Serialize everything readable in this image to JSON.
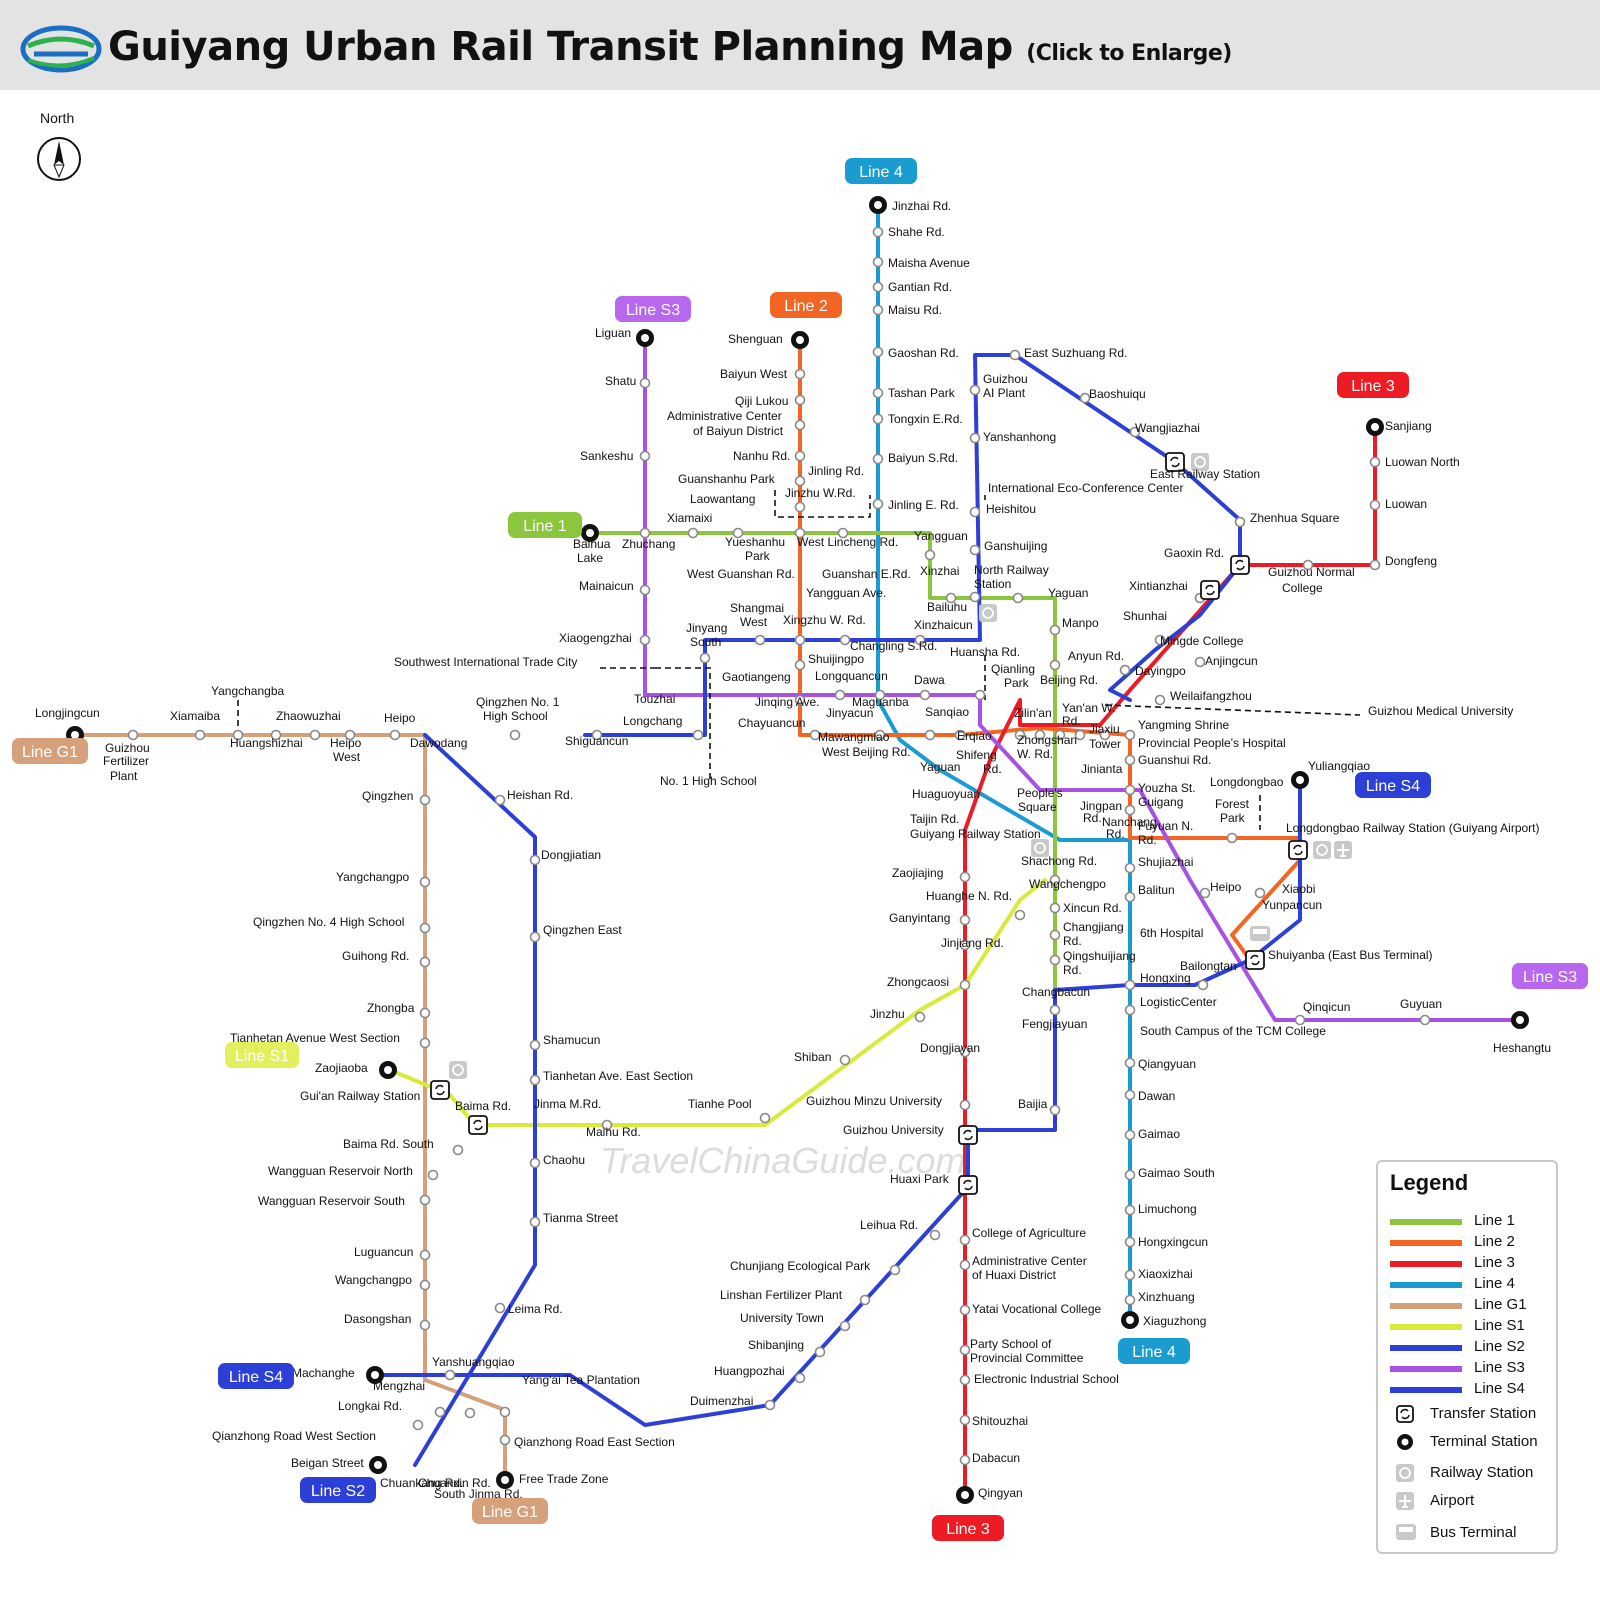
{
  "header": {
    "title": "Guiyang Urban Rail Transit Planning Map",
    "subtitle": "(Click to Enlarge)"
  },
  "compass": {
    "label": "North"
  },
  "watermark": "TravelChinaGuide.com",
  "colors": {
    "line1": "#8cc63f",
    "line2": "#f26522",
    "line3": "#ed1c24",
    "line4": "#1b9cd0",
    "g1": "#d6a07a",
    "s1": "#d8ea3a",
    "s2": "#2c3fd6",
    "s3": "#a652e3",
    "s4": "#2c3fd6"
  },
  "badges": [
    {
      "label": "Line 4",
      "color": "#1b9cd0"
    },
    {
      "label": "Line S3",
      "color": "#b867ef"
    },
    {
      "label": "Line 2",
      "color": "#f26522"
    },
    {
      "label": "Line 3",
      "color": "#ed1c24"
    },
    {
      "label": "Line 1",
      "color": "#8cc63f"
    },
    {
      "label": "Line G1",
      "color": "#d6a07a"
    },
    {
      "label": "Line S4",
      "color": "#2c3fd6"
    },
    {
      "label": "Line S3",
      "color": "#b867ef"
    },
    {
      "label": "Line S1",
      "color": "#e3ef5c"
    },
    {
      "label": "Line S4",
      "color": "#2c3fd6"
    },
    {
      "label": "Line 4",
      "color": "#1b9cd0"
    },
    {
      "label": "Line S2",
      "color": "#2c3fd6"
    },
    {
      "label": "Line G1",
      "color": "#d6a07a"
    },
    {
      "label": "Line 3",
      "color": "#ed1c24"
    }
  ],
  "stations": [
    "Jinzhai Rd.",
    "Shahe Rd.",
    "Maisha Avenue",
    "Gantian Rd.",
    "Maisu Rd.",
    "Gaoshan Rd.",
    "Tashan Park",
    "Tongxin E.Rd.",
    "Baiyun S.Rd.",
    "Jinling E. Rd.",
    "Liguan",
    "Shatu",
    "Sankeshu",
    "Shenguan",
    "Baiyun West",
    "Qiji Lukou",
    "Administrative Center",
    "of Baiyun District",
    "Nanhu Rd.",
    "Jinling Rd.",
    "Guanshanhu Park",
    "Laowantang",
    "Jinzhu W.Rd.",
    "Xiamaixi",
    "Baihua",
    "Lake",
    "Zhuchang",
    "Yueshanhu",
    "Park",
    "West Lincheng Rd.",
    "Yangguan",
    "West Guanshan Rd.",
    "Guanshan E.Rd.",
    "Xinzhai",
    "Mainaicun",
    "Yangguan Ave.",
    "Bailuhu",
    "Shangmai",
    "West",
    "Xingzhu W. Rd.",
    "Xinzhaicun",
    "Xiaogengzhai",
    "Jinyang",
    "South",
    "Changling S.Rd.",
    "Huansha Rd.",
    "Shuijingpo",
    "Longquancun",
    "Dawa",
    "Southwest International Trade City",
    "Gaotiangeng",
    "Touzhai",
    "Jinqing Ave.",
    "Maguanba",
    "Qianling",
    "Park",
    "Beijing Rd.",
    "Jinyacun",
    "Sanqiao",
    "Chayuancun",
    "Mawangmiao",
    "West Beijing Rd.",
    "Erqiao",
    "Yaguan",
    "Shifeng",
    "Rd.",
    "Zilin'an",
    "Yan'an W.",
    "Rd.",
    "Zhongshan",
    "W. Rd.",
    "Jiaxiu",
    "Tower",
    "Jinianta",
    "East Suzhuang Rd.",
    "Guizhou",
    "AI Plant",
    "Baoshuiqu",
    "Yanshanhong",
    "Wangjiazhai",
    "East Railway Station",
    "International Eco-Conference Center",
    "Heishitou",
    "Ganshuijing",
    "North Railway",
    "Station",
    "Yaguan",
    "Manpo",
    "Anyun Rd.",
    "Dayingpo",
    "Weilaifangzhou",
    "Guizhou Medical University",
    "Zhenhua Square",
    "Gaoxin Rd.",
    "Guizhou Normal",
    "College",
    "Xintianzhai",
    "Shunhai",
    "Mingde College",
    "Anjingcun",
    "Sanjiang",
    "Luowan North",
    "Luowan",
    "Dongfeng",
    "Yangming Shrine",
    "Provincial People's Hospital",
    "Guanshui Rd.",
    "Yuliangqiao",
    "Longdongbao",
    "Youzha St.",
    "Guigang",
    "Forest",
    "Park",
    "Fuyuan N.",
    "Rd.",
    "Longdongbao Railway Station (Guiyang Airport)",
    "Shujiazhai",
    "Balitun",
    "Heipo",
    "Xiaobi",
    "Yunpancun",
    "6th Hospital",
    "Shuiyanba (East Bus Terminal)",
    "Bailongtan",
    "Hongxing",
    "LogisticCenter",
    "South Campus of the TCM College",
    "Qinqicun",
    "Guyuan",
    "Heshangtu",
    "Longjingcun",
    "Guizhou",
    "Fertilizer",
    "Plant",
    "Xiamaiba",
    "Yangchangba",
    "Huangshizhai",
    "Zhaowuzhai",
    "Heipo",
    "West",
    "Heipo",
    "Qingzhen No. 1",
    "High School",
    "Dawodang",
    "Shiguancun",
    "Longchang",
    "No. 1 High School",
    "Qingzhen",
    "Heishan Rd.",
    "Dongjiatian",
    "Yangchangpo",
    "Qingzhen No. 4 High School",
    "Guihong Rd.",
    "Qingzhen East",
    "Zhongba",
    "Tianhetan Avenue West Section",
    "Shamucun",
    "Zaojiaoba",
    "Gui'an Railway Station",
    "Baima Rd.",
    "Jinma M.Rd.",
    "Tianhetan Ave. East Section",
    "Tianhe Pool",
    "Maihu Rd.",
    "Baima Rd. South",
    "Chaohu",
    "Wangguan Reservoir North",
    "Wangguan Reservoir South",
    "Tianma Street",
    "Luguancun",
    "Wangchangpo",
    "Dasongshan",
    "Leima Rd.",
    "Machanghe",
    "Yanshuangqiao",
    "Mengzhai",
    "Yang'ai Tea Plantation",
    "Longkai Rd.",
    "Qianzhong Road West Section",
    "Qianzhong Road East Section",
    "Beigan Street",
    "Chuankang Rd.",
    "Chuanxin Rd.",
    "South Jinma Rd.",
    "Free Trade Zone",
    "Huaguoyuan",
    "Taijin Rd.",
    "Guiyang Railway Station",
    "People's",
    "Square",
    "Jingpan",
    "Rd.",
    "Nanchang",
    "Rd.",
    "Shachong Rd.",
    "Wangchengpo",
    "Huanghe N. Rd.",
    "Xincun Rd.",
    "Zaojiajing",
    "Ganyintang",
    "Changjiang",
    "Rd.",
    "Qingshuijiang",
    "Rd.",
    "Jinjiang Rd.",
    "Zhongcaosi",
    "Changbacun",
    "Jinzhu",
    "Fengjiayuan",
    "Shiban",
    "Dongjiayan",
    "Guizhou Minzu University",
    "Baijia",
    "Guizhou University",
    "Huaxi Park",
    "Leihua Rd.",
    "College of Agriculture",
    "Administrative Center",
    "of Huaxi District",
    "Chunjiang Ecological Park",
    "Linshan Fertilizer Plant",
    "Yatai Vocational College",
    "University Town",
    "Shibanjing",
    "Party School of",
    "Provincial Committee",
    "Huangpozhai",
    "Electronic Industrial School",
    "Duimenzhai",
    "Shitouzhai",
    "Dabacun",
    "Qingyan",
    "Qiangyuan",
    "Dawan",
    "Gaimao",
    "Gaimao South",
    "Limuchong",
    "Hongxingcun",
    "Xiaoxizhai",
    "Xinzhuang",
    "Xiaguzhong"
  ],
  "legend": {
    "title": "Legend",
    "lines": [
      {
        "label": "Line 1",
        "color": "#8cc63f"
      },
      {
        "label": "Line 2",
        "color": "#f26522"
      },
      {
        "label": "Line 3",
        "color": "#ed1c24"
      },
      {
        "label": "Line 4",
        "color": "#1b9cd0"
      },
      {
        "label": "Line G1",
        "color": "#d6a07a"
      },
      {
        "label": "Line S1",
        "color": "#d8ea3a"
      },
      {
        "label": "Line S2",
        "color": "#2c3fd6"
      },
      {
        "label": "Line S3",
        "color": "#a652e3"
      },
      {
        "label": "Line S4",
        "color": "#2c3fd6"
      }
    ],
    "symbols": [
      {
        "label": "Transfer Station",
        "icon": "transfer-icon"
      },
      {
        "label": "Terminal Station",
        "icon": "terminal-icon"
      },
      {
        "label": "Railway Station",
        "icon": "railway-icon"
      },
      {
        "label": "Airport",
        "icon": "airport-icon"
      },
      {
        "label": "Bus Terminal",
        "icon": "bus-icon"
      }
    ]
  }
}
